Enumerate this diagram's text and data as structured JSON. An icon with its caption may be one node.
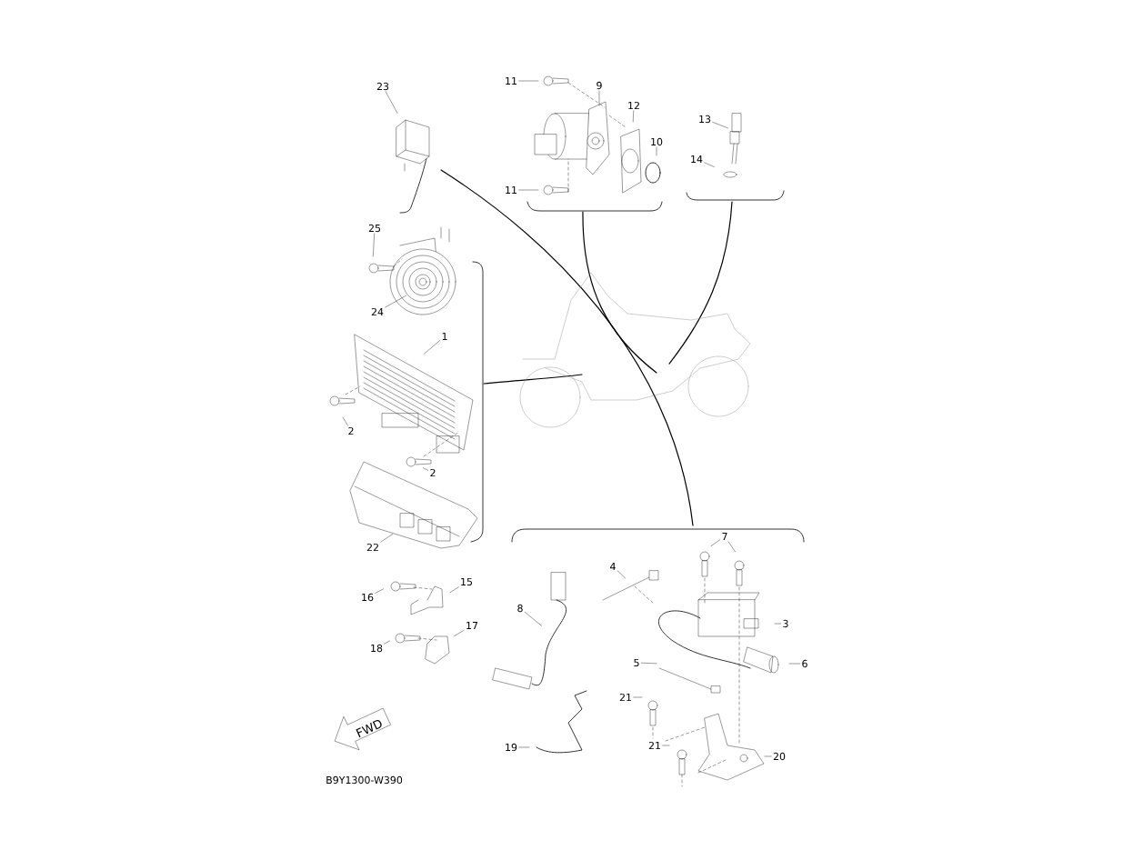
{
  "diagram": {
    "nodes": [
      {
        "text": [
          "11"
        ]
      },
      {
        "text": [
          "9"
        ]
      },
      {
        "text": [
          "23"
        ]
      },
      {
        "text": [
          "12"
        ]
      },
      {
        "text": [
          "13"
        ]
      },
      {
        "text": [
          "10"
        ]
      },
      {
        "text": [
          "14"
        ]
      },
      {
        "text": [
          "11"
        ]
      },
      {
        "text": [
          "25"
        ]
      },
      {
        "text": [
          "24"
        ]
      },
      {
        "text": [
          "1"
        ]
      },
      {
        "text": [
          "2"
        ]
      },
      {
        "text": [
          "2"
        ]
      },
      {
        "text": [
          "7"
        ]
      },
      {
        "text": [
          "22"
        ]
      },
      {
        "text": [
          "4"
        ]
      },
      {
        "text": [
          "15"
        ]
      },
      {
        "text": [
          "16"
        ]
      },
      {
        "text": [
          "8"
        ]
      },
      {
        "text": [
          "3"
        ]
      },
      {
        "text": [
          "17"
        ]
      },
      {
        "text": [
          "18"
        ]
      },
      {
        "text": [
          "5"
        ]
      },
      {
        "text": [
          "6"
        ]
      },
      {
        "text": [
          "21"
        ]
      },
      {
        "text": [
          "21"
        ]
      },
      {
        "text": [
          "19"
        ]
      },
      {
        "text": [
          "20"
        ]
      }
    ],
    "edges": [
      {
        "from": 0,
        "to": null,
        "arrow": "none"
      },
      {
        "from": 1,
        "to": null,
        "arrow": "none"
      },
      {
        "from": 2,
        "to": null,
        "arrow": "none"
      },
      {
        "from": 3,
        "to": null,
        "arrow": "none"
      },
      {
        "from": 4,
        "to": null,
        "arrow": "none"
      },
      {
        "from": 5,
        "to": null,
        "arrow": "none"
      },
      {
        "from": 6,
        "to": null,
        "arrow": "none"
      },
      {
        "from": 7,
        "to": null,
        "arrow": "none"
      },
      {
        "from": 8,
        "to": null,
        "arrow": "none"
      },
      {
        "from": 9,
        "to": null,
        "arrow": "none"
      },
      {
        "from": 10,
        "to": null,
        "arrow": "none"
      },
      {
        "from": 11,
        "to": null,
        "arrow": "none"
      },
      {
        "from": 12,
        "to": null,
        "arrow": "none"
      },
      {
        "from": 13,
        "to": null,
        "arrow": "none"
      },
      {
        "from": 13,
        "to": null,
        "arrow": "none"
      },
      {
        "from": 14,
        "to": null,
        "arrow": "none"
      },
      {
        "from": 15,
        "to": null,
        "arrow": "none"
      },
      {
        "from": 16,
        "to": null,
        "arrow": "none"
      },
      {
        "from": 17,
        "to": null,
        "arrow": "none"
      },
      {
        "from": 18,
        "to": null,
        "arrow": "none"
      },
      {
        "from": 19,
        "to": null,
        "arrow": "none"
      },
      {
        "from": 20,
        "to": null,
        "arrow": "none"
      },
      {
        "from": 21,
        "to": null,
        "arrow": "none"
      },
      {
        "from": 22,
        "to": null,
        "arrow": "none"
      },
      {
        "from": 23,
        "to": null,
        "arrow": "none"
      },
      {
        "from": 24,
        "to": null,
        "arrow": "none"
      },
      {
        "from": 25,
        "to": null,
        "arrow": "none"
      },
      {
        "from": 26,
        "to": null,
        "arrow": "none"
      },
      {
        "from": 27,
        "to": null,
        "arrow": "none"
      }
    ],
    "labels": [
      "FWD",
      "B9Y1300-W390"
    ]
  }
}
